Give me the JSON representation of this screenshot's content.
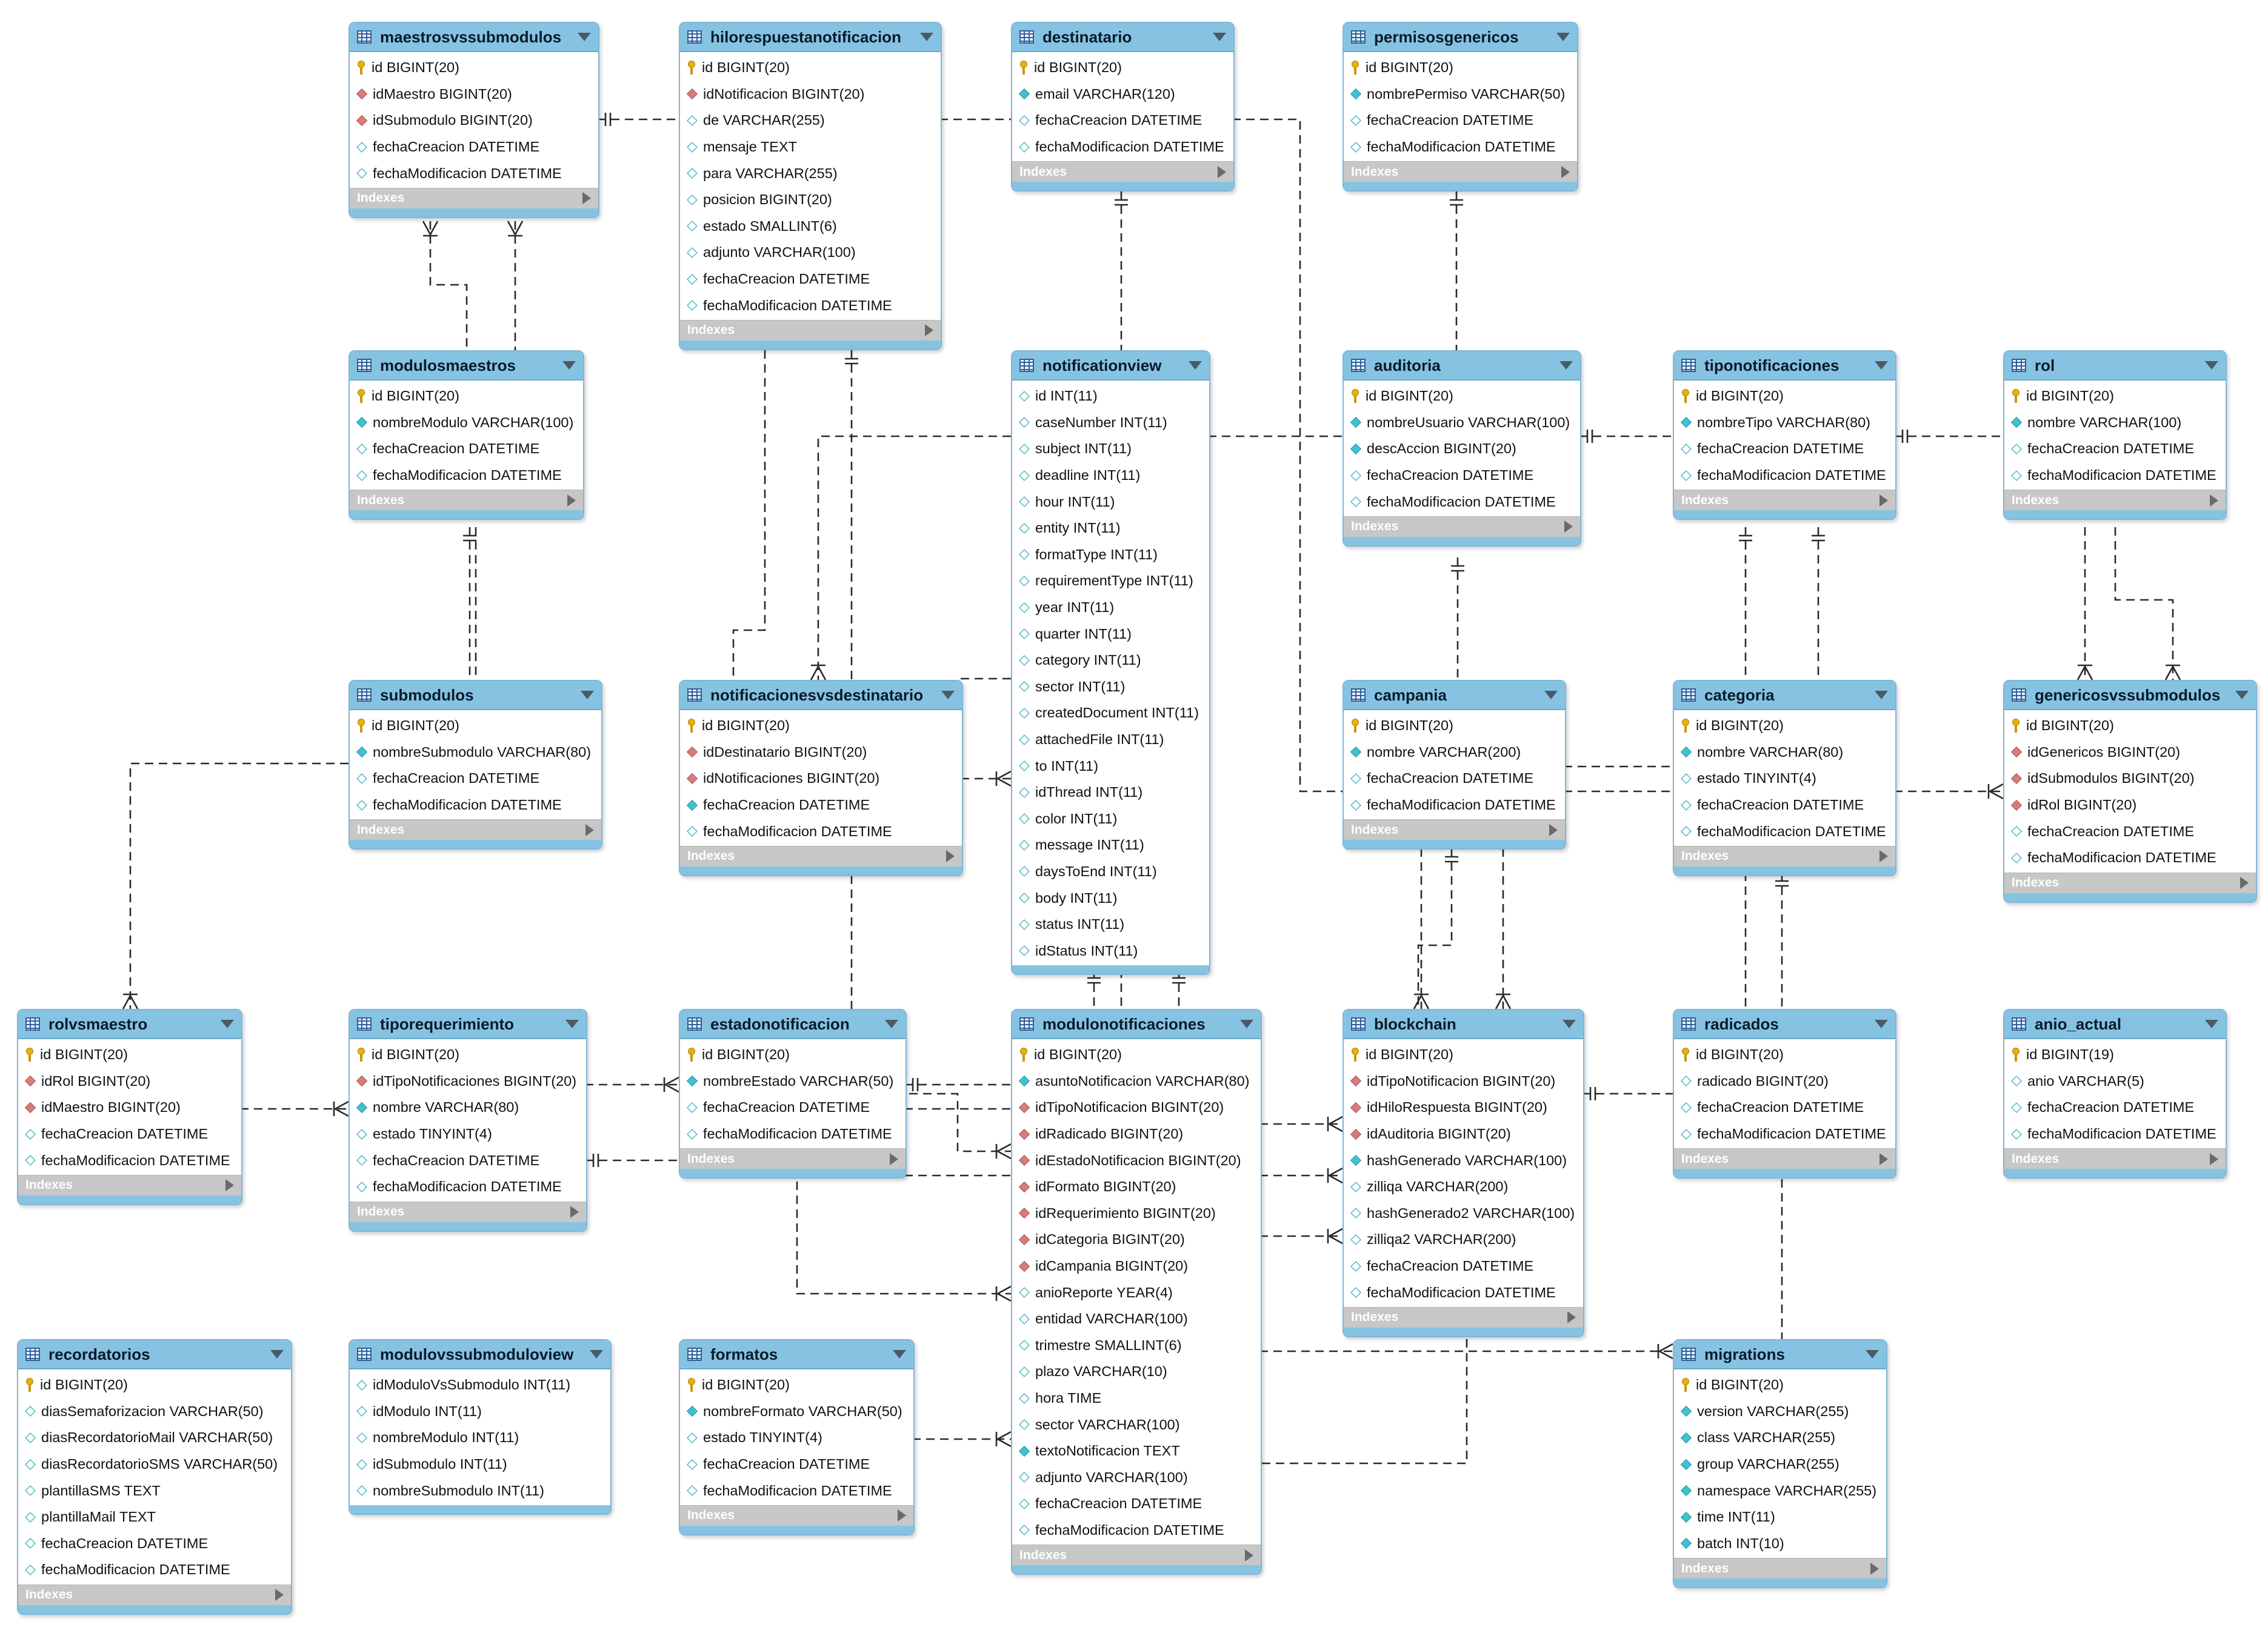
{
  "diagram": {
    "index_label": "Indexes",
    "tables": [
      {
        "key": "maestrosvssubmodulos",
        "title": "maestrosvssubmodulos",
        "indexes": true,
        "columns": [
          {
            "t": "pk",
            "text": "id BIGINT(20)"
          },
          {
            "t": "fk",
            "text": "idMaestro BIGINT(20)"
          },
          {
            "t": "fk",
            "text": "idSubmodulo BIGINT(20)"
          },
          {
            "t": "nl",
            "text": "fechaCreacion DATETIME"
          },
          {
            "t": "nl",
            "text": "fechaModificacion DATETIME"
          }
        ]
      },
      {
        "key": "hilorespuestanotificacion",
        "title": "hilorespuestanotificacion",
        "indexes": true,
        "columns": [
          {
            "t": "pk",
            "text": "id BIGINT(20)"
          },
          {
            "t": "fk",
            "text": "idNotificacion BIGINT(20)"
          },
          {
            "t": "nl",
            "text": "de VARCHAR(255)"
          },
          {
            "t": "nl",
            "text": "mensaje TEXT"
          },
          {
            "t": "nl",
            "text": "para VARCHAR(255)"
          },
          {
            "t": "nl",
            "text": "posicion BIGINT(20)"
          },
          {
            "t": "nl",
            "text": "estado SMALLINT(6)"
          },
          {
            "t": "nl",
            "text": "adjunto VARCHAR(100)"
          },
          {
            "t": "nl",
            "text": "fechaCreacion DATETIME"
          },
          {
            "t": "nl",
            "text": "fechaModificacion DATETIME"
          }
        ]
      },
      {
        "key": "destinatario",
        "title": "destinatario",
        "indexes": true,
        "columns": [
          {
            "t": "pk",
            "text": "id BIGINT(20)"
          },
          {
            "t": "nn",
            "text": "email VARCHAR(120)"
          },
          {
            "t": "nl",
            "text": "fechaCreacion DATETIME"
          },
          {
            "t": "nl",
            "text": "fechaModificacion DATETIME"
          }
        ]
      },
      {
        "key": "permisosgenericos",
        "title": "permisosgenericos",
        "indexes": true,
        "columns": [
          {
            "t": "pk",
            "text": "id BIGINT(20)"
          },
          {
            "t": "nn",
            "text": "nombrePermiso VARCHAR(50)"
          },
          {
            "t": "nl",
            "text": "fechaCreacion DATETIME"
          },
          {
            "t": "nl",
            "text": "fechaModificacion DATETIME"
          }
        ]
      },
      {
        "key": "modulosmaestros",
        "title": "modulosmaestros",
        "indexes": true,
        "columns": [
          {
            "t": "pk",
            "text": "id BIGINT(20)"
          },
          {
            "t": "nn",
            "text": "nombreModulo VARCHAR(100)"
          },
          {
            "t": "nl",
            "text": "fechaCreacion DATETIME"
          },
          {
            "t": "nl",
            "text": "fechaModificacion DATETIME"
          }
        ]
      },
      {
        "key": "notificationview",
        "title": "notificationview",
        "indexes": false,
        "columns": [
          {
            "t": "nl",
            "text": "id INT(11)"
          },
          {
            "t": "nl",
            "text": "caseNumber INT(11)"
          },
          {
            "t": "nl",
            "text": "subject INT(11)"
          },
          {
            "t": "nl",
            "text": "deadline INT(11)"
          },
          {
            "t": "nl",
            "text": "hour INT(11)"
          },
          {
            "t": "nl",
            "text": "entity INT(11)"
          },
          {
            "t": "nl",
            "text": "formatType INT(11)"
          },
          {
            "t": "nl",
            "text": "requirementType INT(11)"
          },
          {
            "t": "nl",
            "text": "year INT(11)"
          },
          {
            "t": "nl",
            "text": "quarter INT(11)"
          },
          {
            "t": "nl",
            "text": "category INT(11)"
          },
          {
            "t": "nl",
            "text": "sector INT(11)"
          },
          {
            "t": "nl",
            "text": "createdDocument INT(11)"
          },
          {
            "t": "nl",
            "text": "attachedFile INT(11)"
          },
          {
            "t": "nl",
            "text": "to INT(11)"
          },
          {
            "t": "nl",
            "text": "idThread INT(11)"
          },
          {
            "t": "nl",
            "text": "color INT(11)"
          },
          {
            "t": "nl",
            "text": "message INT(11)"
          },
          {
            "t": "nl",
            "text": "daysToEnd INT(11)"
          },
          {
            "t": "nl",
            "text": "body INT(11)"
          },
          {
            "t": "nl",
            "text": "status INT(11)"
          },
          {
            "t": "nl",
            "text": "idStatus INT(11)"
          }
        ]
      },
      {
        "key": "auditoria",
        "title": "auditoria",
        "indexes": true,
        "columns": [
          {
            "t": "pk",
            "text": "id BIGINT(20)"
          },
          {
            "t": "nn",
            "text": "nombreUsuario VARCHAR(100)"
          },
          {
            "t": "nn",
            "text": "descAccion BIGINT(20)"
          },
          {
            "t": "nl",
            "text": "fechaCreacion DATETIME"
          },
          {
            "t": "nl",
            "text": "fechaModificacion DATETIME"
          }
        ]
      },
      {
        "key": "tiponotificaciones",
        "title": "tiponotificaciones",
        "indexes": true,
        "columns": [
          {
            "t": "pk",
            "text": "id BIGINT(20)"
          },
          {
            "t": "nn",
            "text": "nombreTipo VARCHAR(80)"
          },
          {
            "t": "nl",
            "text": "fechaCreacion DATETIME"
          },
          {
            "t": "nl",
            "text": "fechaModificacion DATETIME"
          }
        ]
      },
      {
        "key": "rol",
        "title": "rol",
        "indexes": true,
        "columns": [
          {
            "t": "pk",
            "text": "id BIGINT(20)"
          },
          {
            "t": "nn",
            "text": "nombre VARCHAR(100)"
          },
          {
            "t": "nl",
            "text": "fechaCreacion DATETIME"
          },
          {
            "t": "nl",
            "text": "fechaModificacion DATETIME"
          }
        ]
      },
      {
        "key": "submodulos",
        "title": "submodulos",
        "indexes": true,
        "columns": [
          {
            "t": "pk",
            "text": "id BIGINT(20)"
          },
          {
            "t": "nn",
            "text": "nombreSubmodulo VARCHAR(80)"
          },
          {
            "t": "nl",
            "text": "fechaCreacion DATETIME"
          },
          {
            "t": "nl",
            "text": "fechaModificacion DATETIME"
          }
        ]
      },
      {
        "key": "notificacionesvsdestinatario",
        "title": "notificacionesvsdestinatario",
        "indexes": true,
        "columns": [
          {
            "t": "pk",
            "text": "id BIGINT(20)"
          },
          {
            "t": "fk",
            "text": "idDestinatario BIGINT(20)"
          },
          {
            "t": "fk",
            "text": "idNotificaciones BIGINT(20)"
          },
          {
            "t": "nn",
            "text": "fechaCreacion DATETIME"
          },
          {
            "t": "nl",
            "text": "fechaModificacion DATETIME"
          }
        ]
      },
      {
        "key": "campania",
        "title": "campania",
        "indexes": true,
        "columns": [
          {
            "t": "pk",
            "text": "id BIGINT(20)"
          },
          {
            "t": "nn",
            "text": "nombre VARCHAR(200)"
          },
          {
            "t": "nl",
            "text": "fechaCreacion DATETIME"
          },
          {
            "t": "nl",
            "text": "fechaModificacion DATETIME"
          }
        ]
      },
      {
        "key": "categoria",
        "title": "categoria",
        "indexes": true,
        "columns": [
          {
            "t": "pk",
            "text": "id BIGINT(20)"
          },
          {
            "t": "nn",
            "text": "nombre VARCHAR(80)"
          },
          {
            "t": "nl",
            "text": "estado TINYINT(4)"
          },
          {
            "t": "nl",
            "text": "fechaCreacion DATETIME"
          },
          {
            "t": "nl",
            "text": "fechaModificacion DATETIME"
          }
        ]
      },
      {
        "key": "genericosvssubmodulos",
        "title": "genericosvssubmodulos",
        "indexes": true,
        "columns": [
          {
            "t": "pk",
            "text": "id BIGINT(20)"
          },
          {
            "t": "fk",
            "text": "idGenericos BIGINT(20)"
          },
          {
            "t": "fk",
            "text": "idSubmodulos BIGINT(20)"
          },
          {
            "t": "fk",
            "text": "idRol BIGINT(20)"
          },
          {
            "t": "nl",
            "text": "fechaCreacion DATETIME"
          },
          {
            "t": "nl",
            "text": "fechaModificacion DATETIME"
          }
        ]
      },
      {
        "key": "rolvsmaestro",
        "title": "rolvsmaestro",
        "indexes": true,
        "columns": [
          {
            "t": "pk",
            "text": "id BIGINT(20)"
          },
          {
            "t": "fk",
            "text": "idRol BIGINT(20)"
          },
          {
            "t": "fk",
            "text": "idMaestro BIGINT(20)"
          },
          {
            "t": "nl",
            "text": "fechaCreacion DATETIME"
          },
          {
            "t": "nl",
            "text": "fechaModificacion DATETIME"
          }
        ]
      },
      {
        "key": "tiporequerimiento",
        "title": "tiporequerimiento",
        "indexes": true,
        "columns": [
          {
            "t": "pk",
            "text": "id BIGINT(20)"
          },
          {
            "t": "fk",
            "text": "idTipoNotificaciones BIGINT(20)"
          },
          {
            "t": "nn",
            "text": "nombre VARCHAR(80)"
          },
          {
            "t": "nl",
            "text": "estado TINYINT(4)"
          },
          {
            "t": "nl",
            "text": "fechaCreacion DATETIME"
          },
          {
            "t": "nl",
            "text": "fechaModificacion DATETIME"
          }
        ]
      },
      {
        "key": "estadonotificacion",
        "title": "estadonotificacion",
        "indexes": true,
        "columns": [
          {
            "t": "pk",
            "text": "id BIGINT(20)"
          },
          {
            "t": "nn",
            "text": "nombreEstado VARCHAR(50)"
          },
          {
            "t": "nl",
            "text": "fechaCreacion DATETIME"
          },
          {
            "t": "nl",
            "text": "fechaModificacion DATETIME"
          }
        ]
      },
      {
        "key": "modulonotificaciones",
        "title": "modulonotificaciones",
        "indexes": true,
        "columns": [
          {
            "t": "pk",
            "text": "id BIGINT(20)"
          },
          {
            "t": "nn",
            "text": "asuntoNotificacion VARCHAR(80)"
          },
          {
            "t": "fk",
            "text": "idTipoNotificacion BIGINT(20)"
          },
          {
            "t": "fk",
            "text": "idRadicado BIGINT(20)"
          },
          {
            "t": "fk",
            "text": "idEstadoNotificacion BIGINT(20)"
          },
          {
            "t": "fk",
            "text": "idFormato BIGINT(20)"
          },
          {
            "t": "fk",
            "text": "idRequerimiento BIGINT(20)"
          },
          {
            "t": "fk",
            "text": "idCategoria BIGINT(20)"
          },
          {
            "t": "fk",
            "text": "idCampania BIGINT(20)"
          },
          {
            "t": "nl",
            "text": "anioReporte YEAR(4)"
          },
          {
            "t": "nl",
            "text": "entidad VARCHAR(100)"
          },
          {
            "t": "nl",
            "text": "trimestre SMALLINT(6)"
          },
          {
            "t": "nl",
            "text": "plazo VARCHAR(10)"
          },
          {
            "t": "nl",
            "text": "hora TIME"
          },
          {
            "t": "nl",
            "text": "sector VARCHAR(100)"
          },
          {
            "t": "nn",
            "text": "textoNotificacion TEXT"
          },
          {
            "t": "nl",
            "text": "adjunto VARCHAR(100)"
          },
          {
            "t": "nl",
            "text": "fechaCreacion DATETIME"
          },
          {
            "t": "nl",
            "text": "fechaModificacion DATETIME"
          }
        ]
      },
      {
        "key": "blockchain",
        "title": "blockchain",
        "indexes": true,
        "columns": [
          {
            "t": "pk",
            "text": "id BIGINT(20)"
          },
          {
            "t": "fk",
            "text": "idTipoNotificacion BIGINT(20)"
          },
          {
            "t": "fk",
            "text": "idHiloRespuesta BIGINT(20)"
          },
          {
            "t": "fk",
            "text": "idAuditoria BIGINT(20)"
          },
          {
            "t": "nn",
            "text": "hashGenerado VARCHAR(100)"
          },
          {
            "t": "nl",
            "text": "zilliqa VARCHAR(200)"
          },
          {
            "t": "nl",
            "text": "hashGenerado2 VARCHAR(100)"
          },
          {
            "t": "nl",
            "text": "zilliqa2 VARCHAR(200)"
          },
          {
            "t": "nl",
            "text": "fechaCreacion DATETIME"
          },
          {
            "t": "nl",
            "text": "fechaModificacion DATETIME"
          }
        ]
      },
      {
        "key": "radicados",
        "title": "radicados",
        "indexes": true,
        "columns": [
          {
            "t": "pk",
            "text": "id BIGINT(20)"
          },
          {
            "t": "nl",
            "text": "radicado BIGINT(20)"
          },
          {
            "t": "nl",
            "text": "fechaCreacion DATETIME"
          },
          {
            "t": "nl",
            "text": "fechaModificacion DATETIME"
          }
        ]
      },
      {
        "key": "anio_actual",
        "title": "anio_actual",
        "indexes": true,
        "columns": [
          {
            "t": "pk",
            "text": "id BIGINT(19)"
          },
          {
            "t": "nl",
            "text": "anio VARCHAR(5)"
          },
          {
            "t": "nl",
            "text": "fechaCreacion DATETIME"
          },
          {
            "t": "nl",
            "text": "fechaModificacion DATETIME"
          }
        ]
      },
      {
        "key": "recordatorios",
        "title": "recordatorios",
        "indexes": true,
        "columns": [
          {
            "t": "pk",
            "text": "id BIGINT(20)"
          },
          {
            "t": "nl",
            "text": "diasSemaforizacion VARCHAR(50)"
          },
          {
            "t": "nl",
            "text": "diasRecordatorioMail VARCHAR(50)"
          },
          {
            "t": "nl",
            "text": "diasRecordatorioSMS VARCHAR(50)"
          },
          {
            "t": "nl",
            "text": "plantillaSMS TEXT"
          },
          {
            "t": "nl",
            "text": "plantillaMail TEXT"
          },
          {
            "t": "nl",
            "text": "fechaCreacion DATETIME"
          },
          {
            "t": "nl",
            "text": "fechaModificacion DATETIME"
          }
        ]
      },
      {
        "key": "modulovssubmoduloview",
        "title": "modulovssubmoduloview",
        "indexes": false,
        "columns": [
          {
            "t": "nl",
            "text": "idModuloVsSubmodulo INT(11)"
          },
          {
            "t": "nl",
            "text": "idModulo INT(11)"
          },
          {
            "t": "nl",
            "text": "nombreModulo INT(11)"
          },
          {
            "t": "nl",
            "text": "idSubmodulo INT(11)"
          },
          {
            "t": "nl",
            "text": "nombreSubmodulo INT(11)"
          }
        ]
      },
      {
        "key": "formatos",
        "title": "formatos",
        "indexes": true,
        "columns": [
          {
            "t": "pk",
            "text": "id BIGINT(20)"
          },
          {
            "t": "nn",
            "text": "nombreFormato VARCHAR(50)"
          },
          {
            "t": "nl",
            "text": "estado TINYINT(4)"
          },
          {
            "t": "nl",
            "text": "fechaCreacion DATETIME"
          },
          {
            "t": "nl",
            "text": "fechaModificacion DATETIME"
          }
        ]
      },
      {
        "key": "migrations",
        "title": "migrations",
        "indexes": true,
        "columns": [
          {
            "t": "pk",
            "text": "id BIGINT(20)"
          },
          {
            "t": "nn",
            "text": "version VARCHAR(255)"
          },
          {
            "t": "nn",
            "text": "class VARCHAR(255)"
          },
          {
            "t": "nn",
            "text": "group VARCHAR(255)"
          },
          {
            "t": "nn",
            "text": "namespace VARCHAR(255)"
          },
          {
            "t": "nn",
            "text": "time INT(11)"
          },
          {
            "t": "nn",
            "text": "batch INT(10)"
          }
        ]
      }
    ]
  }
}
